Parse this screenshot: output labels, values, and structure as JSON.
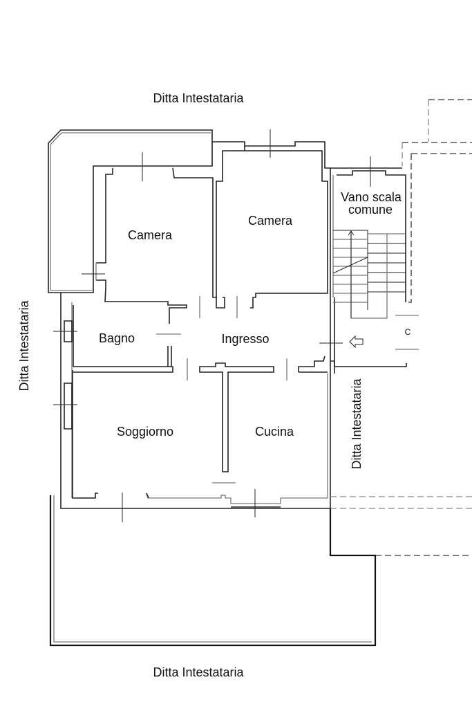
{
  "title": "Floor plan",
  "neighbors": {
    "top": "Ditta Intestataria",
    "bottom": "Ditta Intestataria",
    "left": "Ditta Intestataria",
    "right": "Ditta Intestataria"
  },
  "rooms": {
    "camera_left": "Camera",
    "camera_right": "Camera",
    "stair_line1": "Vano scala",
    "stair_line2": "comune",
    "bagno": "Bagno",
    "ingresso": "Ingresso",
    "soggiorno": "Soggiorno",
    "cucina": "Cucina"
  },
  "symbols": {
    "entrance_arrow": "arrow-left-icon",
    "lift_mark": "C"
  }
}
